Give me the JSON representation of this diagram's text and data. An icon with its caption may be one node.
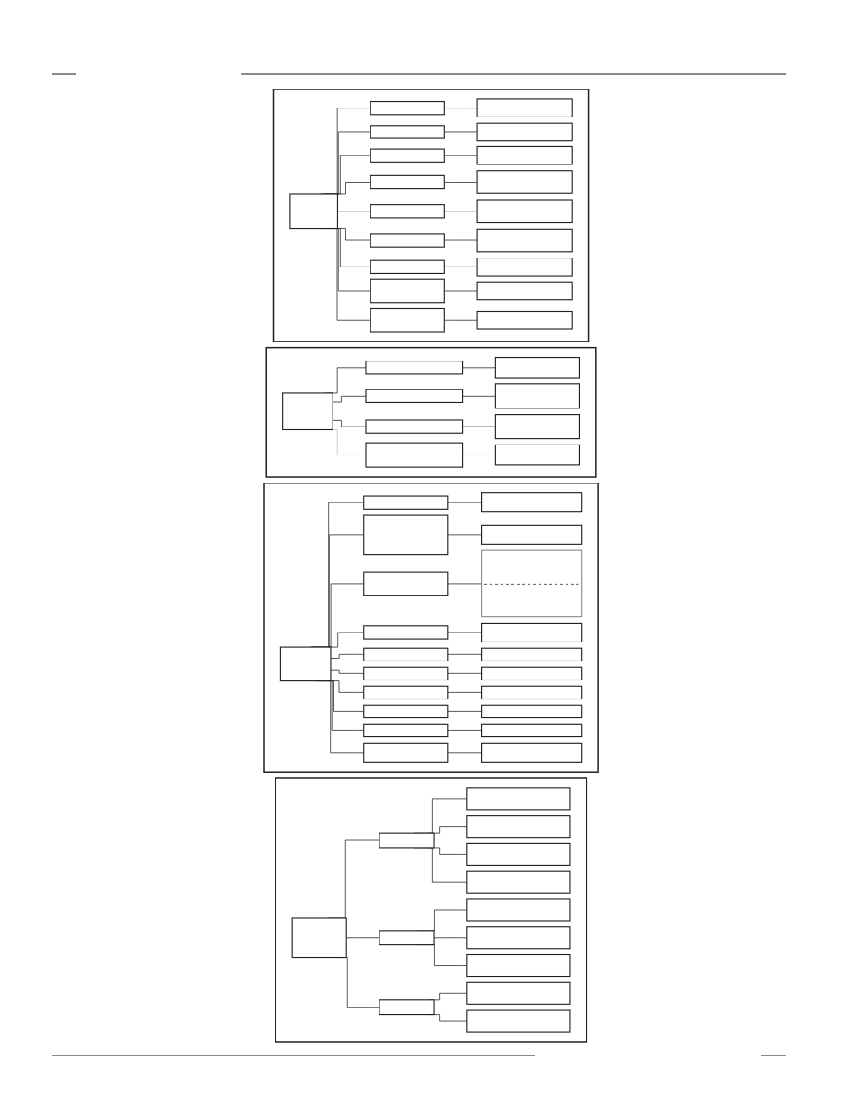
{
  "diagram": {
    "nodes": [
      {
        "text": [],
        "shape": "box"
      },
      {
        "text": [],
        "shape": "box",
        "in": 0
      },
      {
        "text": [],
        "shape": "box",
        "in": 0
      },
      {
        "text": [],
        "shape": "box",
        "in": 0
      },
      {
        "text": [],
        "shape": "box",
        "in": 0
      },
      {
        "text": [],
        "shape": "box",
        "in": 0
      },
      {
        "text": [],
        "shape": "box",
        "in": 0
      },
      {
        "text": [],
        "shape": "box",
        "in": 0
      },
      {
        "text": [],
        "shape": "box",
        "in": 0
      },
      {
        "text": [],
        "shape": "box",
        "in": 0
      },
      {
        "text": [],
        "shape": "box",
        "in": 0
      },
      {
        "text": [],
        "shape": "box",
        "in": 0
      },
      {
        "text": [],
        "shape": "box",
        "in": 0
      },
      {
        "text": [],
        "shape": "box",
        "in": 0
      },
      {
        "text": [],
        "shape": "box",
        "in": 0
      },
      {
        "text": [],
        "shape": "box",
        "in": 0
      },
      {
        "text": [],
        "shape": "box",
        "in": 0
      },
      {
        "text": [],
        "shape": "box",
        "in": 0
      },
      {
        "text": [],
        "shape": "box",
        "in": 0
      },
      {
        "text": [],
        "shape": "box",
        "in": 0
      },
      {
        "text": [],
        "shape": "box"
      },
      {
        "text": [],
        "shape": "box",
        "in": 20
      },
      {
        "text": [],
        "shape": "box",
        "in": 20
      },
      {
        "text": [],
        "shape": "box",
        "in": 20
      },
      {
        "text": [],
        "shape": "box",
        "in": 20
      },
      {
        "text": [],
        "shape": "box",
        "in": 20
      },
      {
        "text": [],
        "shape": "box",
        "in": 20
      },
      {
        "text": [],
        "shape": "box",
        "in": 20
      },
      {
        "text": [],
        "shape": "box",
        "in": 20
      },
      {
        "text": [],
        "shape": "box",
        "in": 20
      },
      {
        "text": [],
        "shape": "box"
      },
      {
        "text": [],
        "shape": "box",
        "in": 30
      },
      {
        "text": [],
        "shape": "box",
        "in": 30
      },
      {
        "text": [],
        "shape": "box",
        "in": 30
      },
      {
        "text": [],
        "shape": "box",
        "in": 30
      },
      {
        "text": [],
        "shape": "box",
        "in": 30
      },
      {
        "text": [],
        "shape": "box",
        "in": 30
      },
      {
        "text": [],
        "shape": "box",
        "in": 30
      },
      {
        "text": [],
        "shape": "box",
        "in": 30
      },
      {
        "text": [],
        "shape": "box",
        "in": 30
      },
      {
        "text": [],
        "shape": "box",
        "in": 30
      },
      {
        "text": [],
        "shape": "box",
        "in": 30
      },
      {
        "text": [],
        "shape": "box",
        "in": 30
      },
      {
        "text": [],
        "shape": "box",
        "in": 30
      },
      {
        "text": [],
        "shape": "box",
        "in": 30
      },
      {
        "text": [],
        "shape": "box",
        "in": 30
      },
      {
        "text": [],
        "shape": "box",
        "in": 30
      },
      {
        "text": [],
        "shape": "box",
        "in": 30
      },
      {
        "text": [],
        "shape": "box",
        "in": 30
      },
      {
        "text": [],
        "shape": "box",
        "in": 30
      },
      {
        "text": [],
        "shape": "box",
        "in": 30
      },
      {
        "text": [],
        "shape": "box",
        "in": 30
      },
      {
        "text": [],
        "shape": "box"
      },
      {
        "text": [],
        "shape": "box",
        "in": 52
      },
      {
        "text": [],
        "shape": "box",
        "in": 52
      },
      {
        "text": [],
        "shape": "box",
        "in": 52
      },
      {
        "text": [],
        "shape": "box",
        "in": 52
      },
      {
        "text": [],
        "shape": "box",
        "in": 52
      },
      {
        "text": [],
        "shape": "box",
        "in": 52
      },
      {
        "text": [],
        "shape": "box",
        "in": 52
      },
      {
        "text": [],
        "shape": "box",
        "in": 52
      },
      {
        "text": [],
        "shape": "box",
        "in": 52
      },
      {
        "text": [],
        "shape": "box",
        "in": 52
      },
      {
        "text": [],
        "shape": "box",
        "in": 52
      },
      {
        "text": [],
        "shape": "box",
        "in": 52
      },
      {
        "text": [],
        "shape": "box",
        "in": 52
      }
    ],
    "edges": [
      {
        "from": 1,
        "to": 2,
        "arrow": "none"
      },
      {
        "from": 2,
        "to": 3,
        "arrow": "none"
      },
      {
        "from": 1,
        "to": 4,
        "arrow": "none"
      },
      {
        "from": 4,
        "to": 5,
        "arrow": "none"
      },
      {
        "from": 1,
        "to": 6,
        "arrow": "none"
      },
      {
        "from": 6,
        "to": 7,
        "arrow": "none"
      },
      {
        "from": 1,
        "to": 8,
        "arrow": "none"
      },
      {
        "from": 8,
        "to": 9,
        "arrow": "none"
      },
      {
        "from": 1,
        "to": 10,
        "arrow": "none"
      },
      {
        "from": 10,
        "to": 11,
        "arrow": "none"
      },
      {
        "from": 1,
        "to": 12,
        "arrow": "none"
      },
      {
        "from": 12,
        "to": 13,
        "arrow": "none"
      },
      {
        "from": 1,
        "to": 14,
        "arrow": "none"
      },
      {
        "from": 14,
        "to": 15,
        "arrow": "none"
      },
      {
        "from": 1,
        "to": 16,
        "arrow": "none"
      },
      {
        "from": 16,
        "to": 17,
        "arrow": "none"
      },
      {
        "from": 1,
        "to": 18,
        "arrow": "none"
      },
      {
        "from": 18,
        "to": 19,
        "arrow": "none"
      },
      {
        "from": 21,
        "to": 22,
        "arrow": "none"
      },
      {
        "from": 22,
        "to": 23,
        "arrow": "none"
      },
      {
        "from": 21,
        "to": 24,
        "arrow": "none"
      },
      {
        "from": 24,
        "to": 25,
        "arrow": "none"
      },
      {
        "from": 21,
        "to": 26,
        "arrow": "none"
      },
      {
        "from": 26,
        "to": 27,
        "arrow": "none"
      },
      {
        "from": 21,
        "to": 28,
        "arrow": "none",
        "color": "#c0c0c0"
      },
      {
        "from": 28,
        "to": 29,
        "arrow": "none",
        "color": "#c0c0c0"
      },
      {
        "from": 31,
        "to": 32,
        "arrow": "none"
      },
      {
        "from": 32,
        "to": 33,
        "arrow": "none"
      },
      {
        "from": 31,
        "to": 34,
        "arrow": "none"
      },
      {
        "from": 34,
        "to": 35,
        "arrow": "none"
      },
      {
        "from": 31,
        "to": 36,
        "arrow": "none"
      },
      {
        "from": 36,
        "to": 37,
        "arrow": "none"
      },
      {
        "from": 31,
        "to": 38,
        "arrow": "none"
      },
      {
        "from": 38,
        "to": 39,
        "arrow": "none"
      },
      {
        "from": 31,
        "to": 40,
        "arrow": "none"
      },
      {
        "from": 40,
        "to": 41,
        "arrow": "none"
      },
      {
        "from": 31,
        "to": 42,
        "arrow": "none"
      },
      {
        "from": 42,
        "to": 43,
        "arrow": "none"
      },
      {
        "from": 31,
        "to": 44,
        "arrow": "none"
      },
      {
        "from": 44,
        "to": 45,
        "arrow": "none"
      },
      {
        "from": 31,
        "to": 46,
        "arrow": "none"
      },
      {
        "from": 46,
        "to": 47,
        "arrow": "none"
      },
      {
        "from": 31,
        "to": 48,
        "arrow": "none"
      },
      {
        "from": 48,
        "to": 49,
        "arrow": "none"
      },
      {
        "from": 31,
        "to": 50,
        "arrow": "none"
      },
      {
        "from": 50,
        "to": 51,
        "arrow": "none"
      },
      {
        "from": 53,
        "to": 54,
        "arrow": "none"
      },
      {
        "from": 54,
        "to": 55,
        "arrow": "none"
      },
      {
        "from": 54,
        "to": 56,
        "arrow": "none"
      },
      {
        "from": 54,
        "to": 57,
        "arrow": "none"
      },
      {
        "from": 54,
        "to": 58,
        "arrow": "none"
      },
      {
        "from": 53,
        "to": 59,
        "arrow": "none"
      },
      {
        "from": 59,
        "to": 60,
        "arrow": "none"
      },
      {
        "from": 59,
        "to": 61,
        "arrow": "none"
      },
      {
        "from": 59,
        "to": 62,
        "arrow": "none"
      },
      {
        "from": 53,
        "to": 63,
        "arrow": "none"
      },
      {
        "from": 63,
        "to": 64,
        "arrow": "none"
      },
      {
        "from": 63,
        "to": 65,
        "arrow": "none"
      }
    ]
  }
}
